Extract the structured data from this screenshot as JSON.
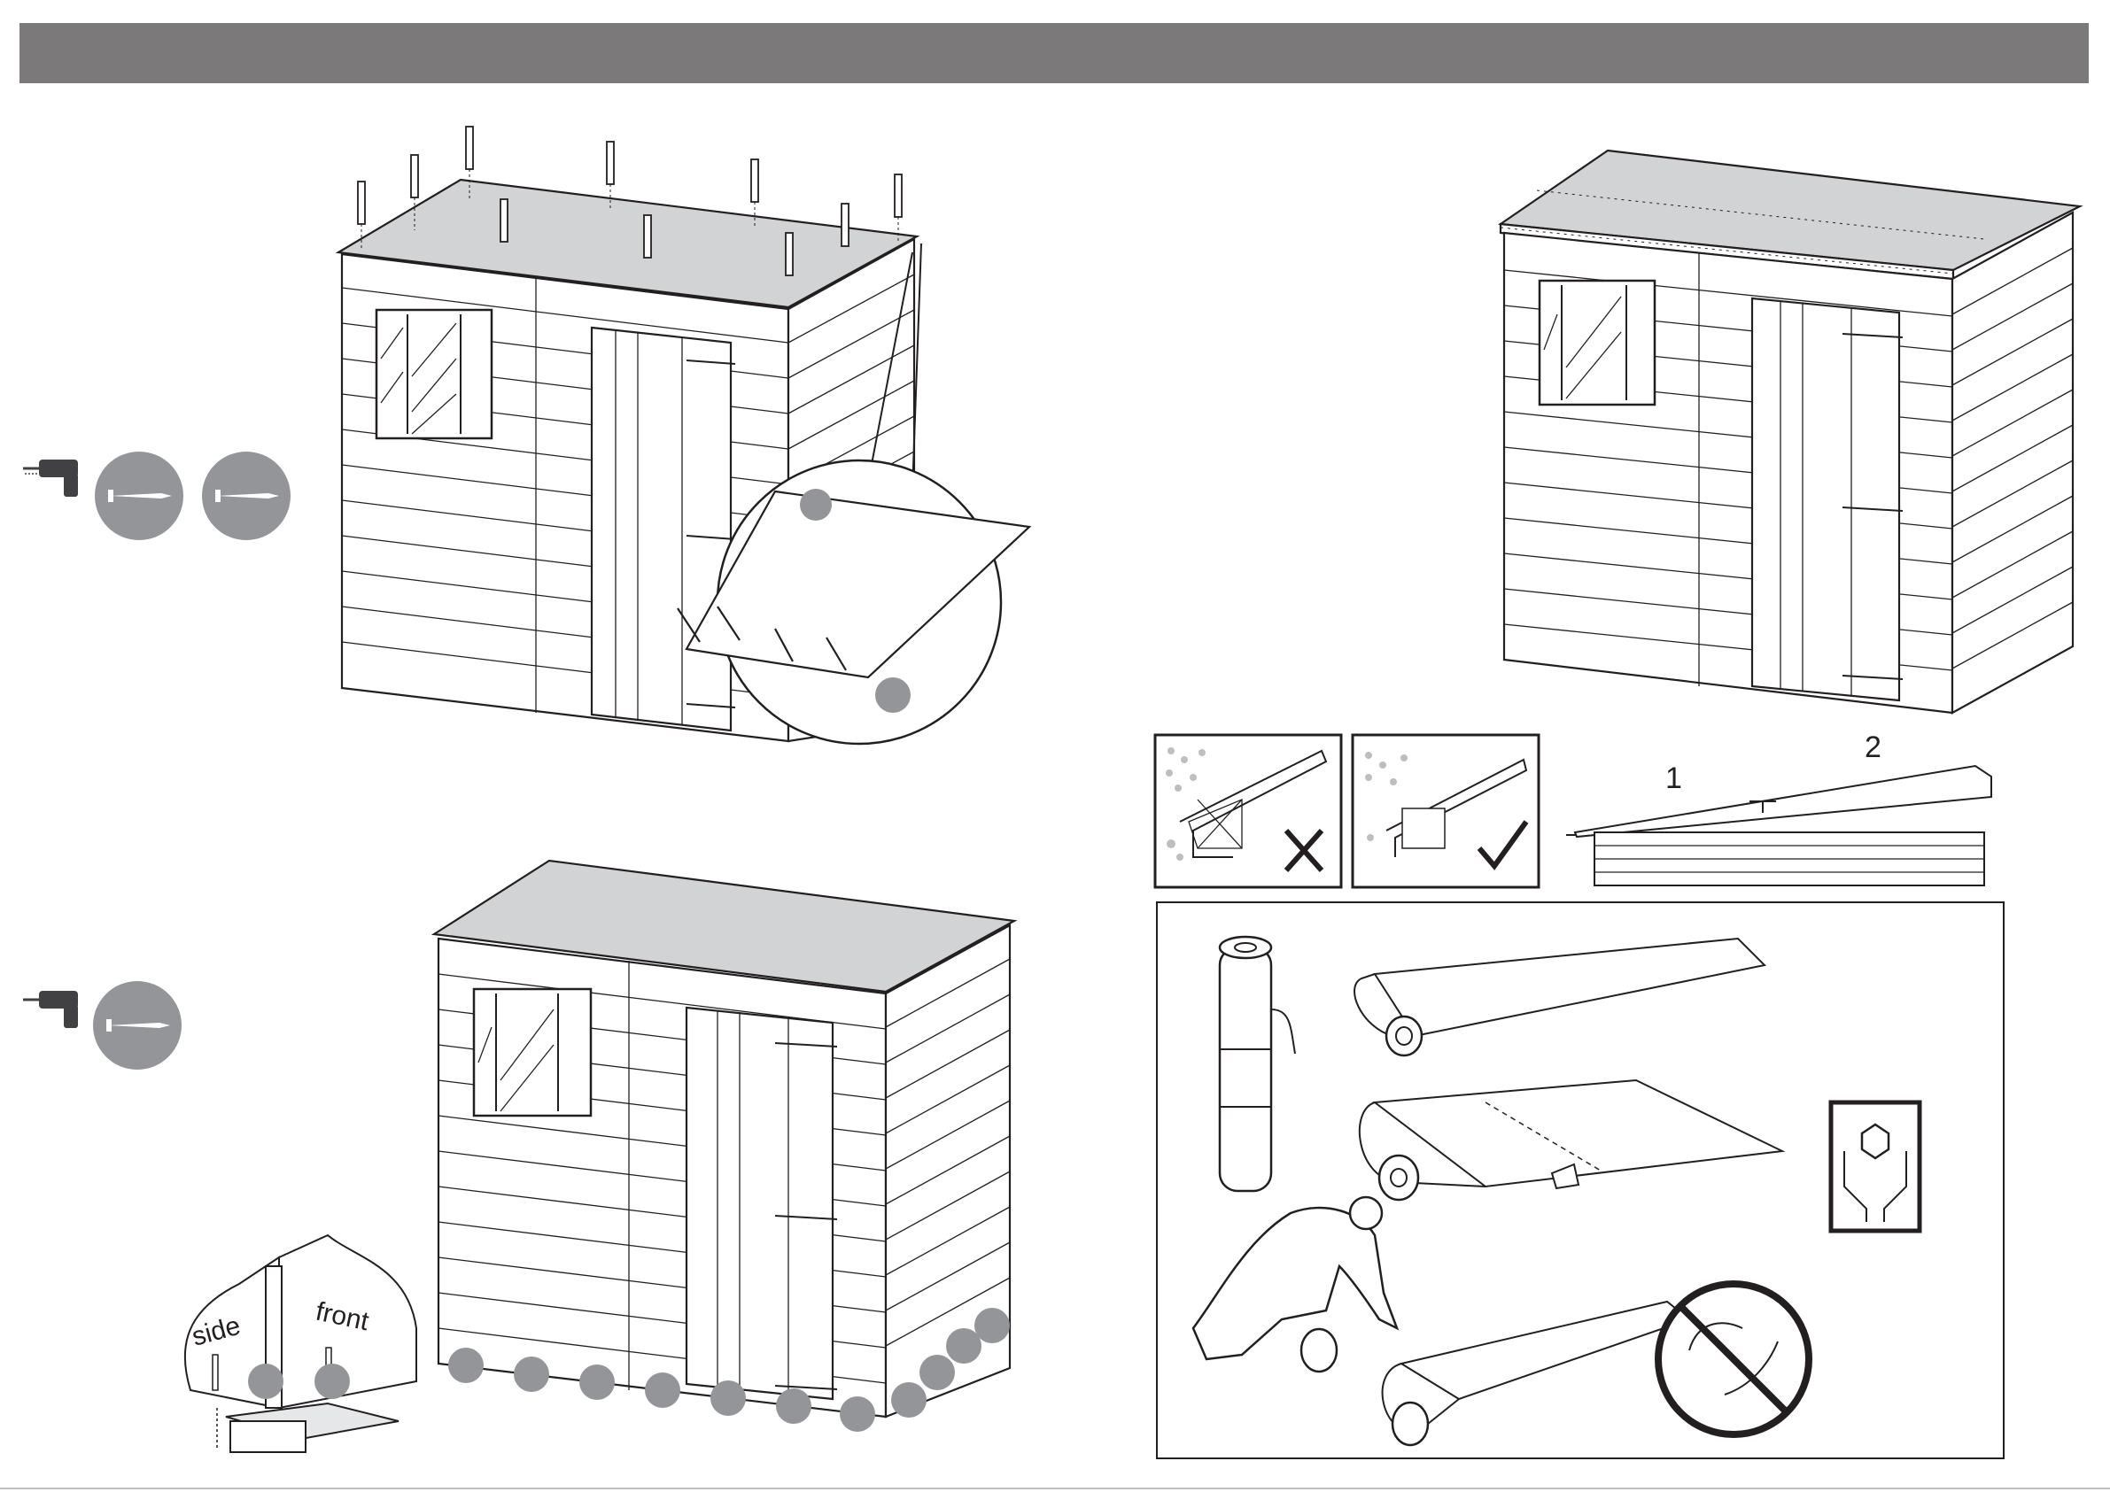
{
  "step_numbers": {
    "first": "1",
    "second": "2"
  },
  "corner_labels": {
    "side": "side",
    "front": "front"
  },
  "icons": {
    "tool": "drill-icon",
    "fixing": "screw-icon",
    "marker": "grey-dot-marker",
    "wrong": "cross-icon",
    "right": "tick-icon",
    "handle_with_care": "handle-with-care-icon",
    "prohibited": "prohibition-icon"
  },
  "colors": {
    "header": "#7b797a",
    "roof": "#d1d3d4",
    "marker": "#939598",
    "line": "#231f20"
  }
}
